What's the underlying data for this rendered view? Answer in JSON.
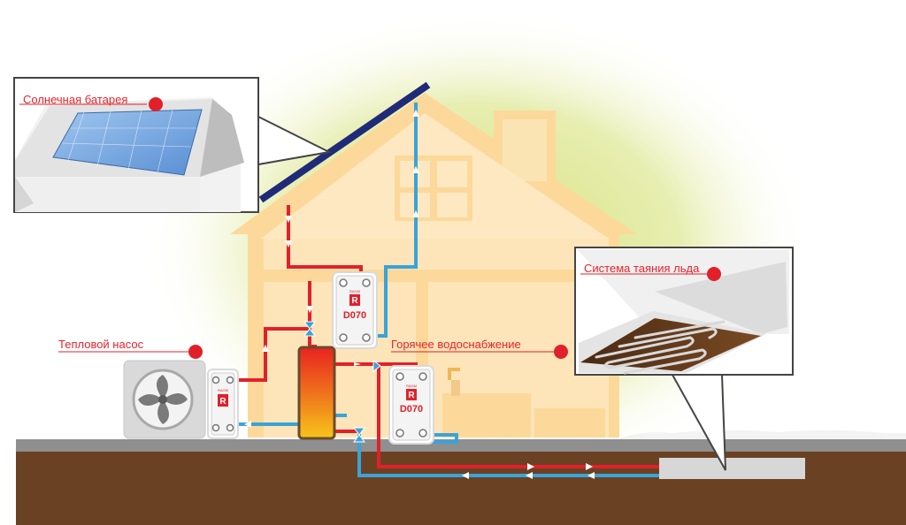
{
  "labels": {
    "solar_panel": "Солнечная батарея",
    "heat_pump": "Тепловой насос",
    "hot_water": "Горячее водоснабжение",
    "ice_melt": "Система таяния льда"
  },
  "heat_exchanger": {
    "brand_letter": "R",
    "brand_text": "RAGM",
    "model": "D070"
  },
  "colors": {
    "hot_line": "#e2202a",
    "cold_line": "#3aa3d8",
    "house": "#fcd99a",
    "ground": "#6b4123",
    "accent_dot": "#e2202a"
  }
}
